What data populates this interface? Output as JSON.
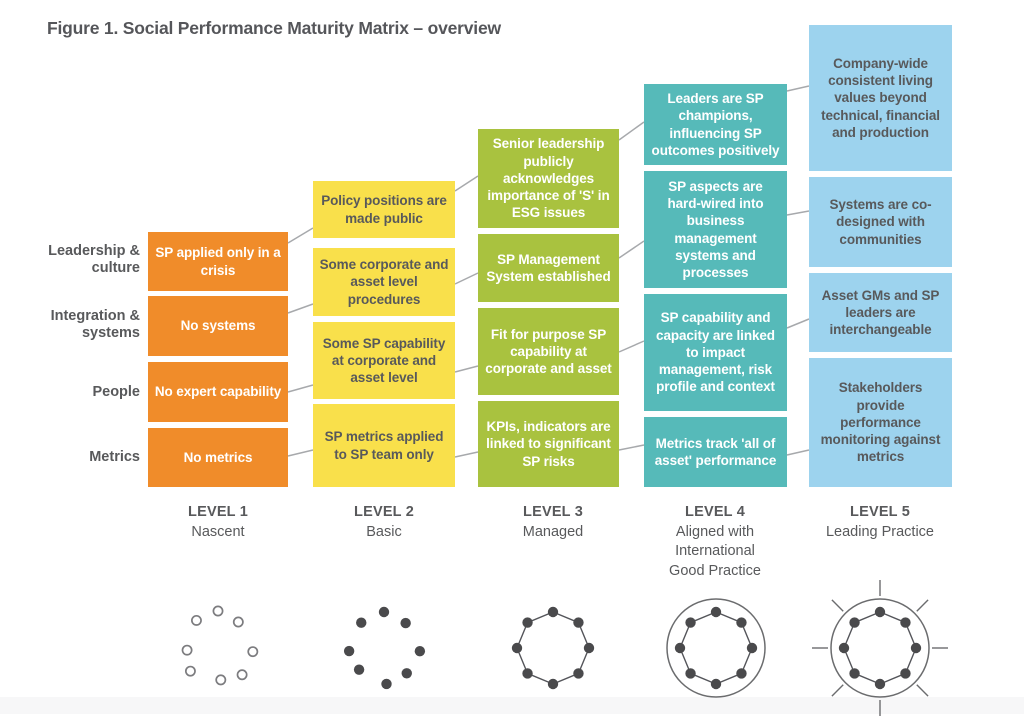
{
  "figure_title": "Figure 1. Social Performance Maturity Matrix – overview",
  "row_labels": [
    "Leadership & culture",
    "Integration & systems",
    "People",
    "Metrics"
  ],
  "levels": [
    {
      "name": "LEVEL 1",
      "subtitle": "Nascent",
      "color": "#F08C2A",
      "text_color": "#FFFFFF",
      "icon": "open-dots-icon",
      "cells": [
        "SP applied only in a crisis",
        "No systems",
        "No expert capability",
        "No metrics"
      ]
    },
    {
      "name": "LEVEL 2",
      "subtitle": "Basic",
      "color": "#F9E04B",
      "text_color": "#58595B",
      "icon": "solid-dots-icon",
      "cells": [
        "Policy positions are made public",
        "Some corporate and asset level procedures",
        "Some SP capability at corporate and asset level",
        "SP metrics applied to SP team only"
      ]
    },
    {
      "name": "LEVEL 3",
      "subtitle": "Managed",
      "color": "#A9C23F",
      "text_color": "#FFFFFF",
      "icon": "connected-dots-icon",
      "cells": [
        "Senior leadership publicly acknowledges importance of 'S' in ESG issues",
        "SP Management System established",
        "Fit for purpose SP capability at corporate and asset",
        "KPIs, indicators are linked to significant SP risks"
      ]
    },
    {
      "name": "LEVEL 4",
      "subtitle": "Aligned with International Good Practice",
      "color": "#56BAB9",
      "text_color": "#FFFFFF",
      "icon": "connected-dots-circle-icon",
      "cells": [
        "Leaders are SP champions, influencing SP outcomes positively",
        "SP aspects are hard-wired into business management systems and processes",
        "SP capability and capacity are linked to impact management, risk profile and context",
        "Metrics track 'all of asset' performance"
      ]
    },
    {
      "name": "LEVEL 5",
      "subtitle": "Leading Practice",
      "color": "#9DD3EE",
      "text_color": "#58595B",
      "icon": "connected-dots-circle-rays-icon",
      "cells": [
        "Company-wide consistent living values beyond technical, financial and production",
        "Systems are co-designed with communities",
        "Asset GMs and SP leaders are interchangeable",
        "Stakeholders provide performance monitoring against metrics"
      ]
    }
  ],
  "colors": {
    "text": "#58595B",
    "connector": "#A7A9AC",
    "icon_dot": "#4A4A4C",
    "icon_line": "#6B6C6E"
  }
}
